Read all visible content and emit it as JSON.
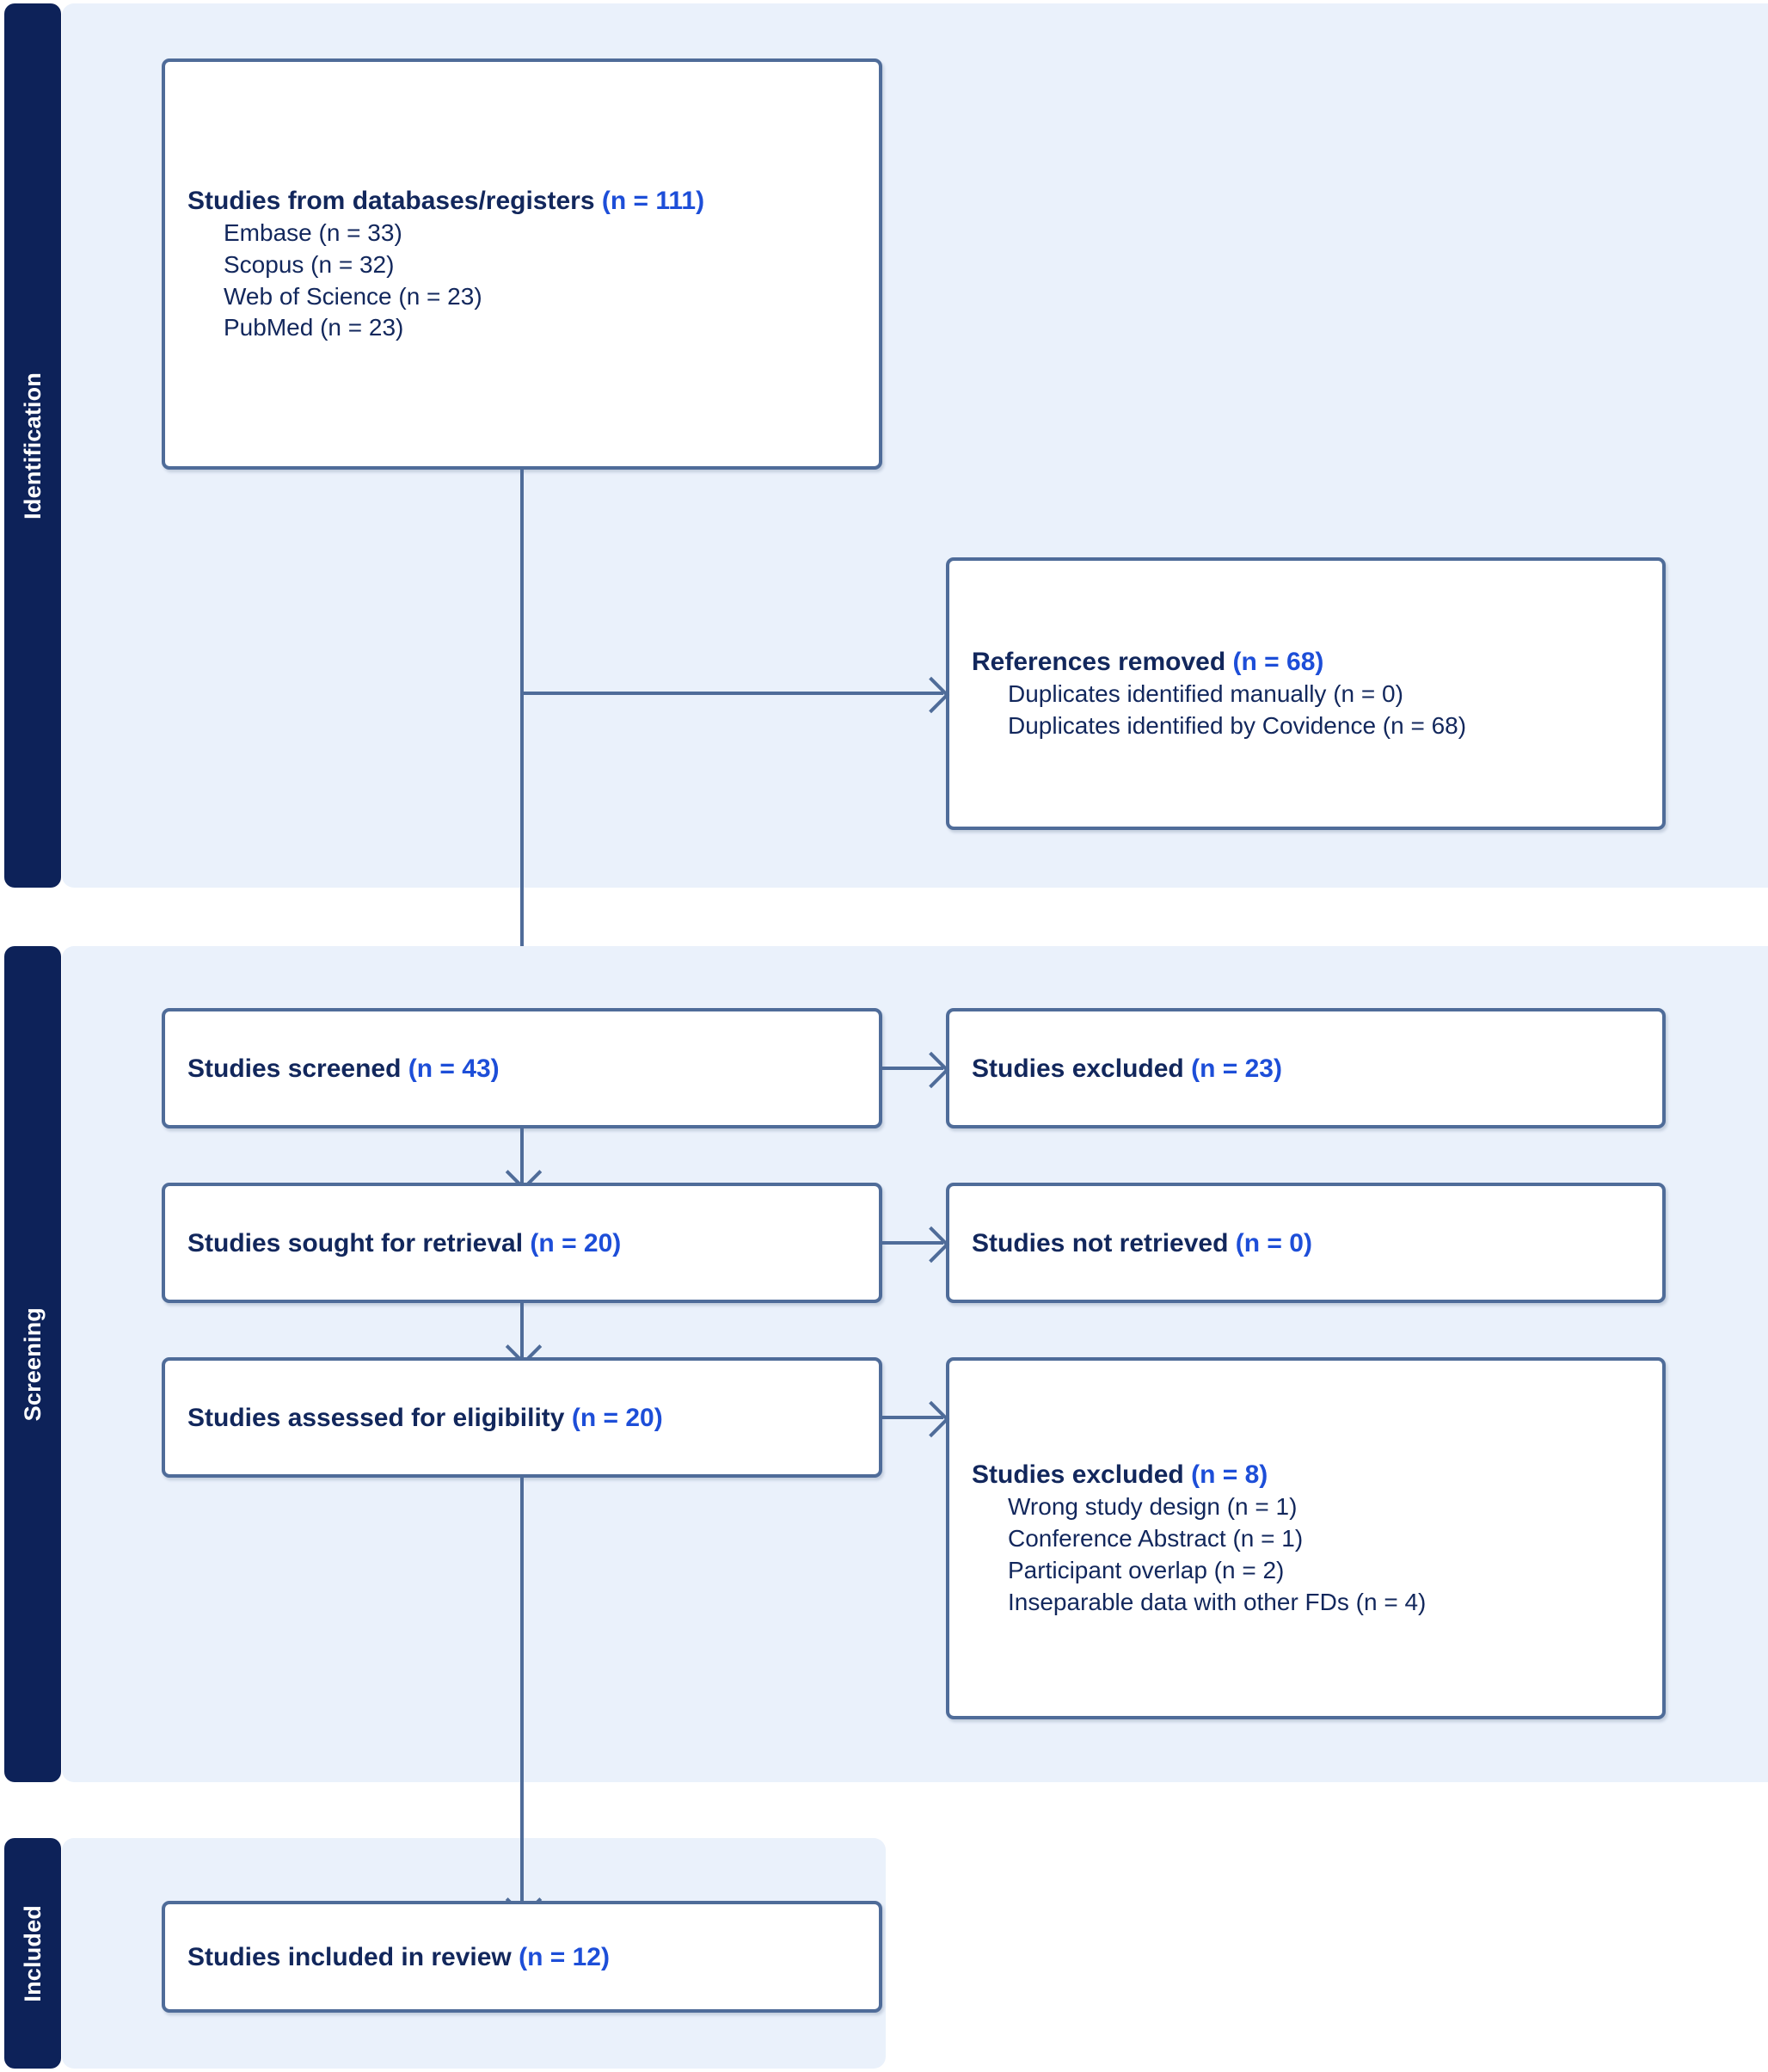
{
  "diagram": {
    "type": "prisma-flow-diagram",
    "colors": {
      "stage_bar": "#0d2259",
      "band": "#eaf1fb",
      "box_border": "#4f6c99",
      "text": "#12275c",
      "count_accent": "#1d4ed8",
      "page_background": "#ffffff"
    }
  },
  "stages": [
    {
      "id": "identification",
      "label": "Identification"
    },
    {
      "id": "screening",
      "label": "Screening"
    },
    {
      "id": "included",
      "label": "Included"
    }
  ],
  "nodes": {
    "databases": {
      "title_text": "Studies from databases/registers ",
      "title_count": "(n = 111)",
      "items": [
        "Embase (n = 33)",
        "Scopus (n = 32)",
        "Web of Science (n = 23)",
        "PubMed (n = 23)"
      ]
    },
    "references_removed": {
      "title_text": "References removed ",
      "title_count": "(n = 68)",
      "items": [
        "Duplicates identified manually (n = 0)",
        "Duplicates identified by Covidence (n = 68)"
      ]
    },
    "screened": {
      "title_text": "Studies screened ",
      "title_count": "(n = 43)",
      "items": []
    },
    "excluded_screened": {
      "title_text": "Studies excluded ",
      "title_count": "(n = 23)",
      "items": []
    },
    "sought": {
      "title_text": "Studies sought for retrieval ",
      "title_count": "(n = 20)",
      "items": []
    },
    "not_retrieved": {
      "title_text": "Studies not retrieved ",
      "title_count": "(n = 0)",
      "items": []
    },
    "assessed": {
      "title_text": "Studies assessed for eligibility ",
      "title_count": "(n = 20)",
      "items": []
    },
    "excluded_eligibility": {
      "title_text": "Studies excluded ",
      "title_count": "(n = 8)",
      "items": [
        "Wrong study design (n = 1)",
        "Conference Abstract (n = 1)",
        "Participant overlap (n = 2)",
        "Inseparable data with other FDs (n = 4)"
      ]
    },
    "included_review": {
      "title_text": "Studies included in review ",
      "title_count": "(n = 12)",
      "items": []
    }
  },
  "chart_data": {
    "type": "flow",
    "title": "PRISMA 2020 flow diagram",
    "nodes": [
      {
        "id": "databases",
        "stage": "Identification",
        "label": "Studies from databases/registers",
        "n": 111,
        "breakdown": [
          {
            "label": "Embase",
            "n": 33
          },
          {
            "label": "Scopus",
            "n": 32
          },
          {
            "label": "Web of Science",
            "n": 23
          },
          {
            "label": "PubMed",
            "n": 23
          }
        ]
      },
      {
        "id": "references_removed",
        "stage": "Identification",
        "label": "References removed",
        "n": 68,
        "breakdown": [
          {
            "label": "Duplicates identified manually",
            "n": 0
          },
          {
            "label": "Duplicates identified by Covidence",
            "n": 68
          }
        ]
      },
      {
        "id": "screened",
        "stage": "Screening",
        "label": "Studies screened",
        "n": 43,
        "breakdown": []
      },
      {
        "id": "excluded_screened",
        "stage": "Screening",
        "label": "Studies excluded",
        "n": 23,
        "breakdown": []
      },
      {
        "id": "sought",
        "stage": "Screening",
        "label": "Studies sought for retrieval",
        "n": 20,
        "breakdown": []
      },
      {
        "id": "not_retrieved",
        "stage": "Screening",
        "label": "Studies not retrieved",
        "n": 0,
        "breakdown": []
      },
      {
        "id": "assessed",
        "stage": "Screening",
        "label": "Studies assessed for eligibility",
        "n": 20,
        "breakdown": []
      },
      {
        "id": "excluded_eligibility",
        "stage": "Screening",
        "label": "Studies excluded",
        "n": 8,
        "breakdown": [
          {
            "label": "Wrong study design",
            "n": 1
          },
          {
            "label": "Conference Abstract",
            "n": 1
          },
          {
            "label": "Participant overlap",
            "n": 2
          },
          {
            "label": "Inseparable data with other FDs",
            "n": 4
          }
        ]
      },
      {
        "id": "included_review",
        "stage": "Included",
        "label": "Studies included in review",
        "n": 12,
        "breakdown": []
      }
    ],
    "edges": [
      {
        "from": "databases",
        "to": "references_removed",
        "direction": "right"
      },
      {
        "from": "databases",
        "to": "screened",
        "direction": "down"
      },
      {
        "from": "screened",
        "to": "excluded_screened",
        "direction": "right"
      },
      {
        "from": "screened",
        "to": "sought",
        "direction": "down"
      },
      {
        "from": "sought",
        "to": "not_retrieved",
        "direction": "right"
      },
      {
        "from": "sought",
        "to": "assessed",
        "direction": "down"
      },
      {
        "from": "assessed",
        "to": "excluded_eligibility",
        "direction": "right"
      },
      {
        "from": "assessed",
        "to": "included_review",
        "direction": "down"
      }
    ]
  }
}
